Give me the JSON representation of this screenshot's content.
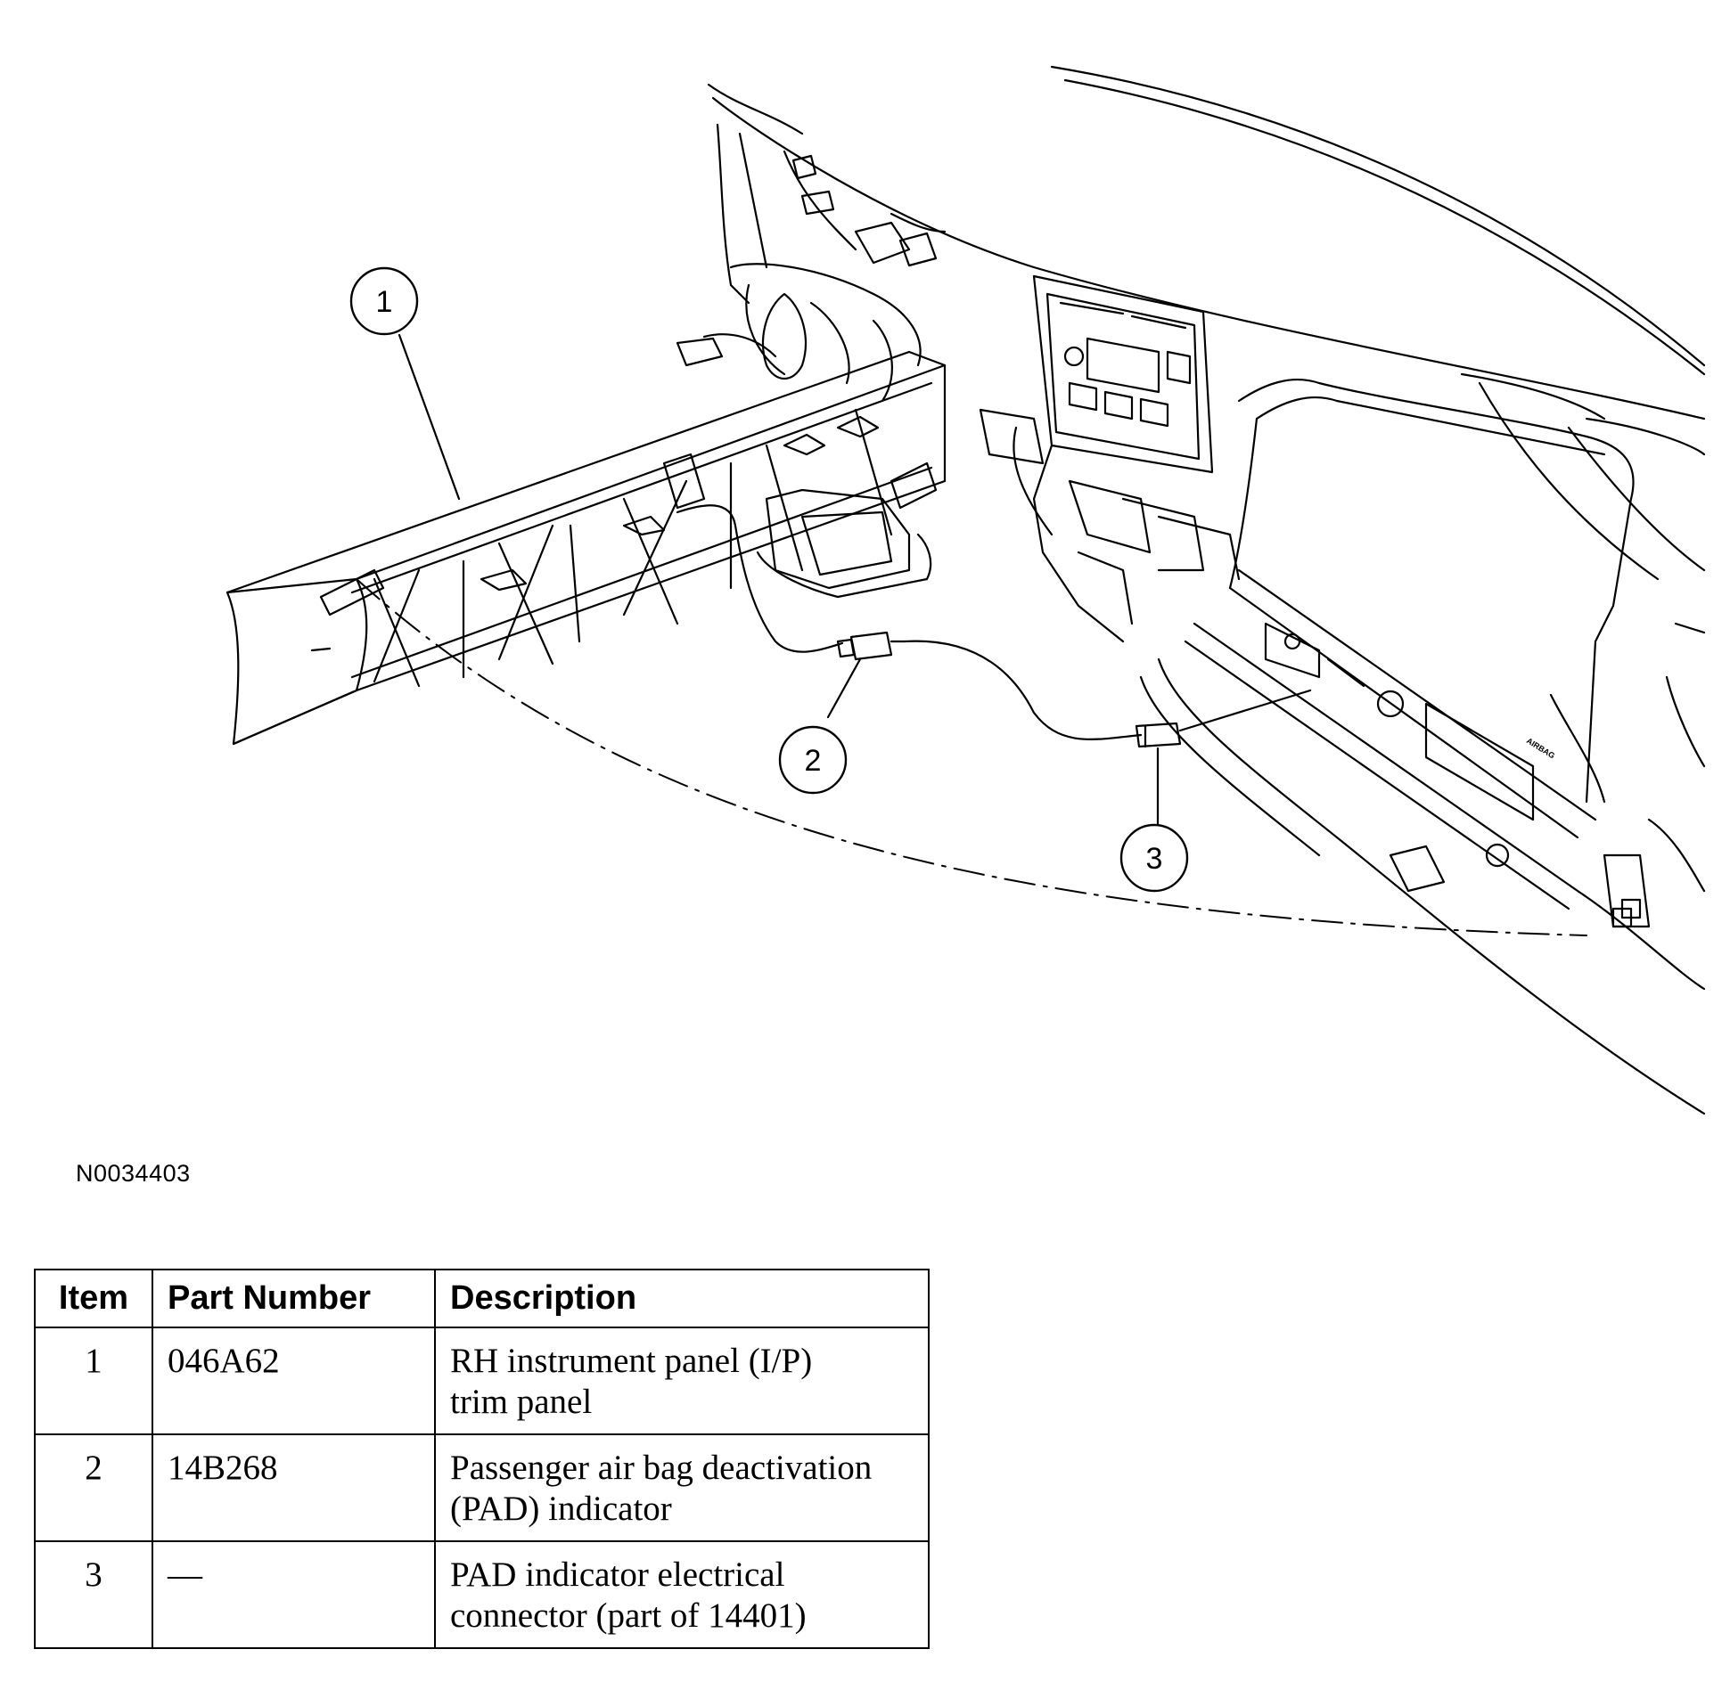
{
  "figure": {
    "id": "N0034403",
    "callouts": [
      "1",
      "2",
      "3"
    ],
    "airbag_label": "AIRBAG"
  },
  "legend": {
    "headers": {
      "item": "Item",
      "part_number": "Part Number",
      "description": "Description"
    },
    "rows": [
      {
        "item": "1",
        "part_number": "046A62",
        "description_lines": [
          "RH instrument panel (I/P)",
          "trim panel"
        ]
      },
      {
        "item": "2",
        "part_number": "14B268",
        "description_lines": [
          "Passenger air bag deactivation",
          "(PAD) indicator"
        ]
      },
      {
        "item": "3",
        "part_number": "—",
        "description_lines": [
          "PAD indicator electrical",
          "connector (part of 14401)"
        ]
      }
    ]
  }
}
